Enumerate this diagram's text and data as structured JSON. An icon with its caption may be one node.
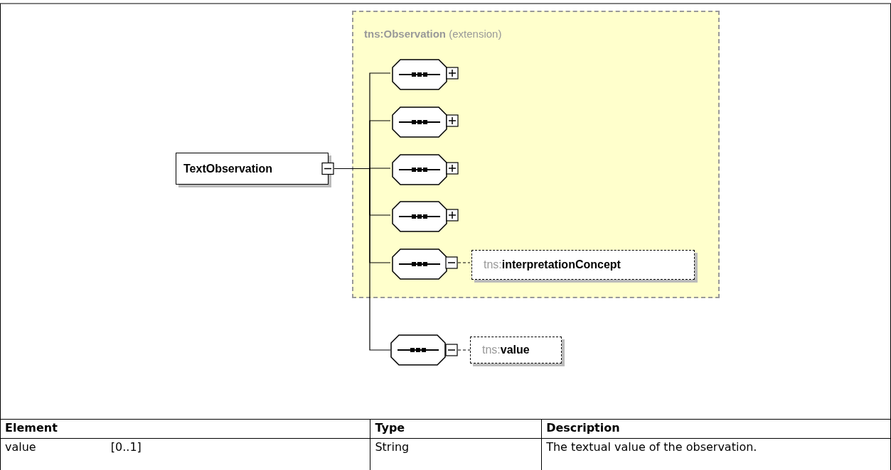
{
  "diagram": {
    "nodes": [
      {
        "text": [
          "**tns:Observation** (extension)"
        ]
      },
      {
        "text": [
          "TextObservation"
        ]
      },
      {
        "text": [],
        "shape": "octagon",
        "in": 0
      },
      {
        "text": [],
        "shape": "octagon",
        "in": 0
      },
      {
        "text": [],
        "shape": "octagon",
        "in": 0
      },
      {
        "text": [],
        "shape": "octagon",
        "in": 0
      },
      {
        "text": [],
        "shape": "octagon",
        "in": 0
      },
      {
        "text": [
          "tns:**interpretationConcept**"
        ],
        "in": 0
      },
      {
        "text": [],
        "shape": "octagon"
      },
      {
        "text": [
          "tns:**value**"
        ]
      }
    ],
    "edges": [
      {
        "from": 1,
        "to": 2,
        "arrow": "other"
      },
      {
        "from": 1,
        "to": 3,
        "arrow": "other"
      },
      {
        "from": 1,
        "to": 4,
        "arrow": "other"
      },
      {
        "from": 1,
        "to": 5,
        "arrow": "other"
      },
      {
        "from": 1,
        "to": 6,
        "arrow": "other"
      },
      {
        "from": 1,
        "to": 8,
        "arrow": "other"
      },
      {
        "from": 6,
        "to": 7,
        "arrow": "other",
        "style": "dashed"
      },
      {
        "from": 8,
        "to": 9,
        "arrow": "other",
        "style": "dashed"
      }
    ],
    "labels": [
      "Element",
      "Type",
      "Description",
      "value [0..1]",
      "String",
      "The textual value of the observation."
    ]
  }
}
